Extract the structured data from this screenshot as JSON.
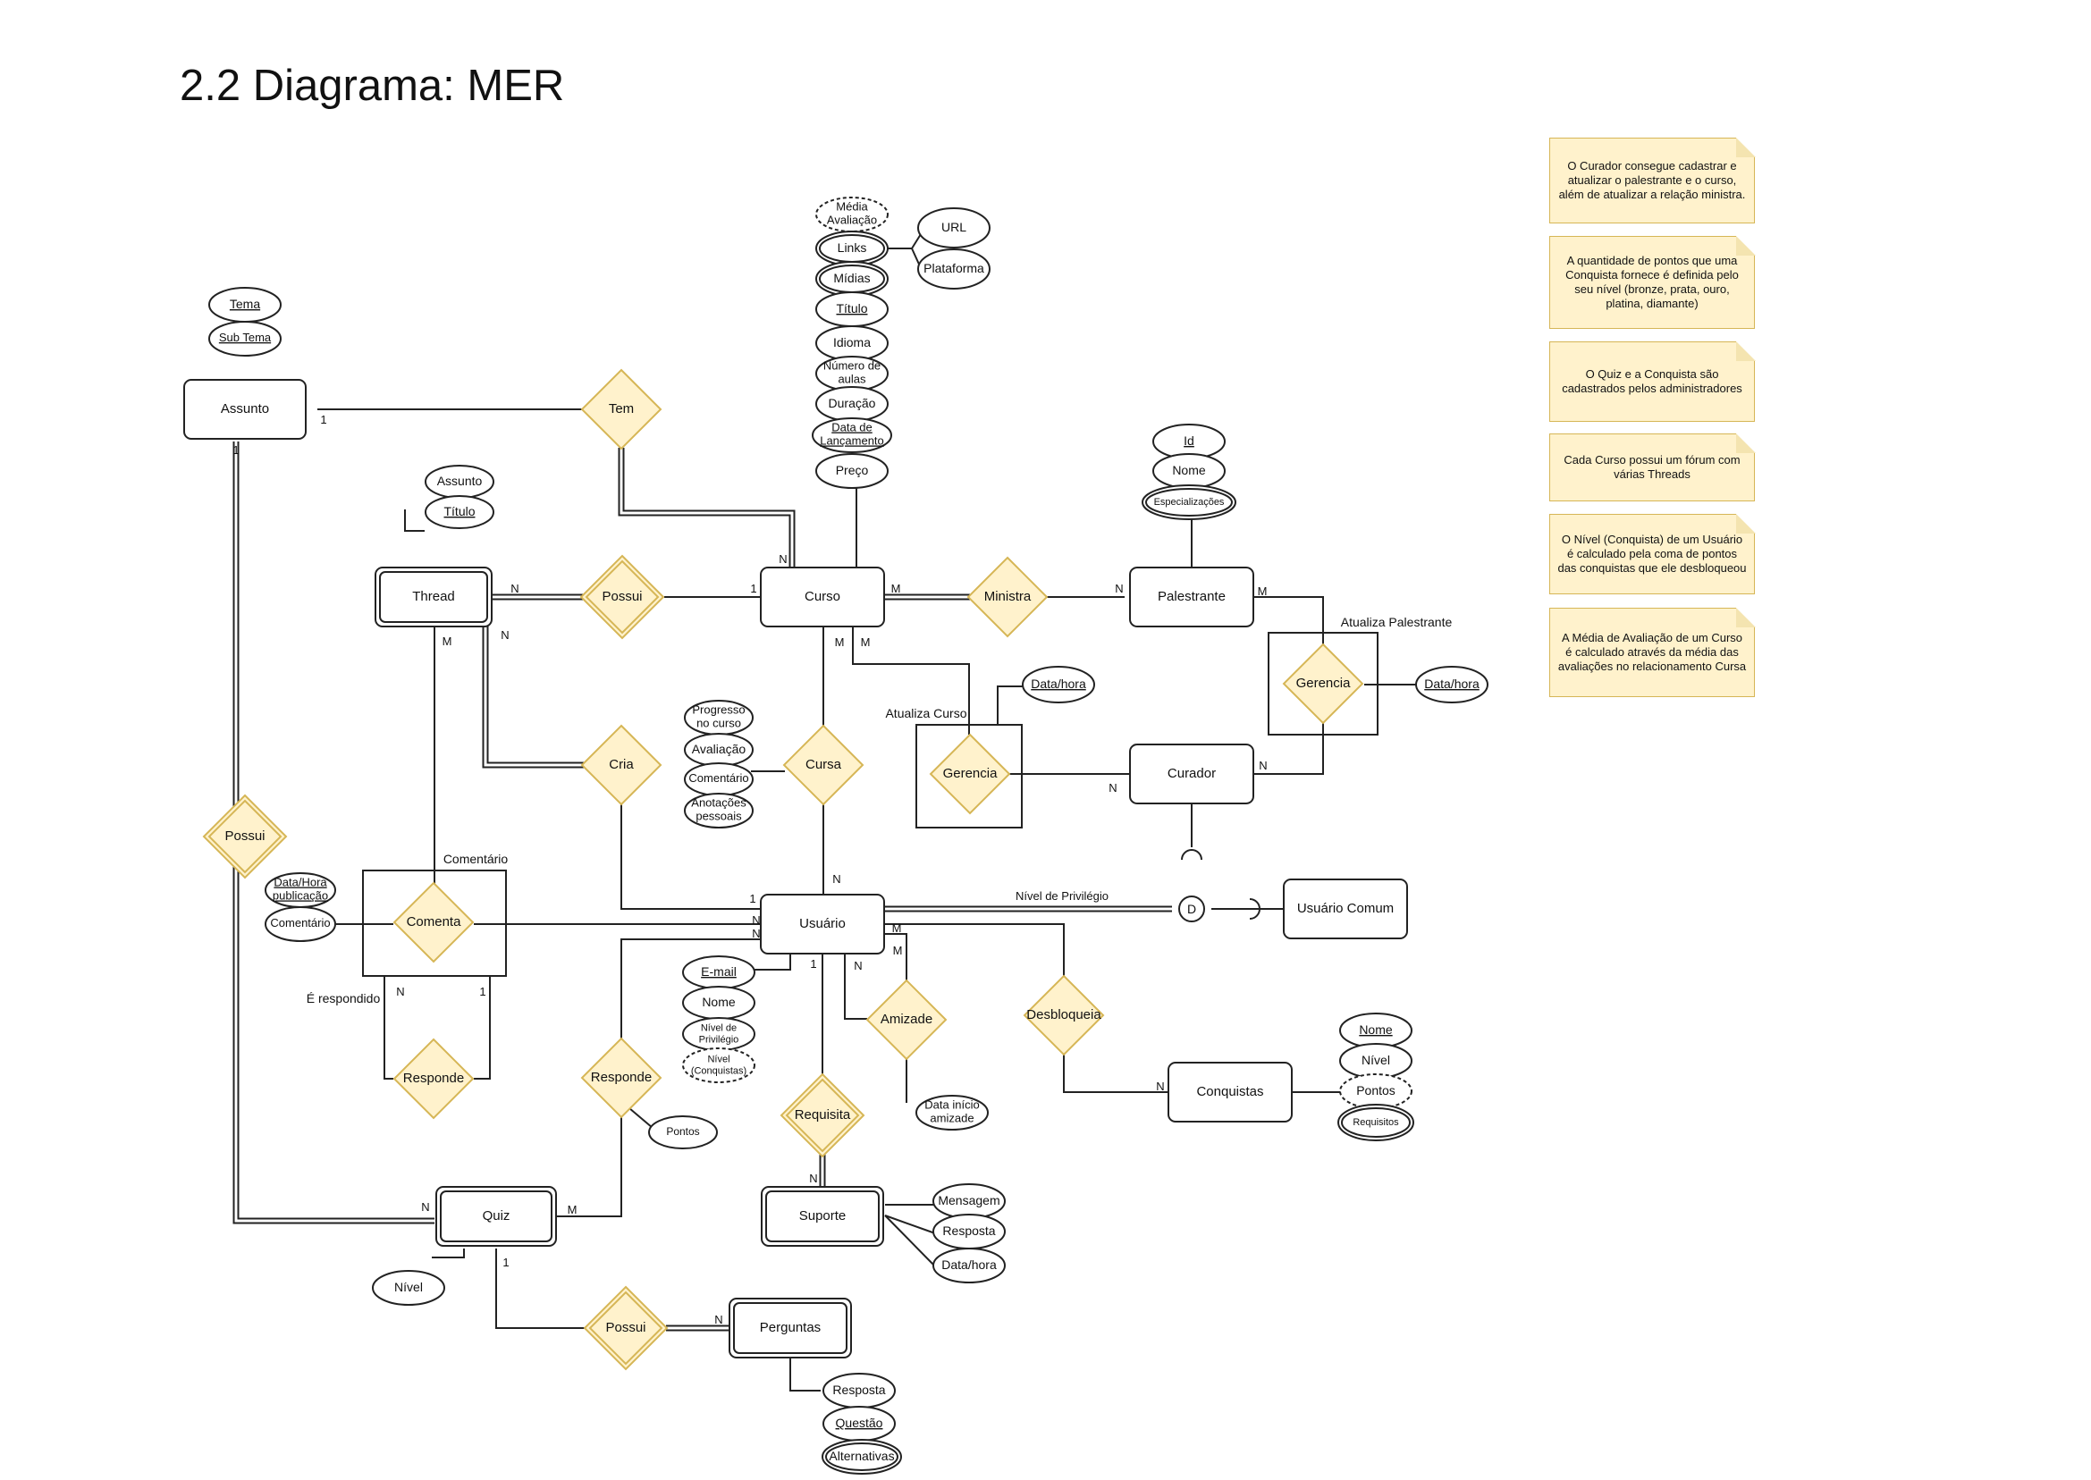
{
  "title": "2.2 Diagrama: MER",
  "colors": {
    "relationship_fill": "#fff2cc",
    "relationship_stroke": "#d6b656",
    "line": "#222222"
  },
  "entities": {
    "assunto": "Assunto",
    "thread": "Thread",
    "curso": "Curso",
    "palestrante": "Palestrante",
    "curador": "Curador",
    "usuario": "Usuário",
    "usuario_comum": "Usuário Comum",
    "conquistas": "Conquistas",
    "quiz": "Quiz",
    "suporte": "Suporte",
    "perguntas": "Perguntas"
  },
  "relationships": {
    "tem": "Tem",
    "possui_thread": "Possui",
    "ministra": "Ministra",
    "gerencia_palestrante": "Gerencia",
    "cria": "Cria",
    "cursa": "Cursa",
    "gerencia_curso": "Gerencia",
    "possui_quiz": "Possui",
    "comenta": "Comenta",
    "responde_comentario": "Responde",
    "responde_quiz": "Responde",
    "requisita": "Requisita",
    "amizade": "Amizade",
    "desbloqueia": "Desbloqueia",
    "possui_perguntas": "Possui"
  },
  "attributes": {
    "assunto": [
      "Tema",
      "Sub Tema"
    ],
    "curso": [
      "Média Avaliação",
      "Links",
      "Mídias",
      "Título",
      "Idioma",
      "Número de aulas",
      "Duração",
      "Data de Lançamento",
      "Preço"
    ],
    "links": [
      "URL",
      "Plataforma"
    ],
    "thread": [
      "Assunto",
      "Título"
    ],
    "palestrante": [
      "Id",
      "Nome",
      "Especializações"
    ],
    "cursa": [
      "Progresso no curso",
      "Avaliação",
      "Comentário",
      "Anotações pessoais"
    ],
    "gerencia": [
      "Data/hora",
      "Data/hora"
    ],
    "comenta": [
      "Data/Hora publicação",
      "Comentário"
    ],
    "usuario": [
      "E-mail",
      "Nome",
      "Nível de Privilégio",
      "Nível (Conquistas)"
    ],
    "responde": [
      "Pontos"
    ],
    "amizade": [
      "Data início amizade"
    ],
    "conquistas": [
      "Nome",
      "Nível",
      "Pontos",
      "Requisitos"
    ],
    "suporte": [
      "Mensagem",
      "Resposta",
      "Data/hora"
    ],
    "quiz": [
      "Nível"
    ],
    "perguntas": [
      "Resposta",
      "Questão",
      "Alternativas"
    ]
  },
  "labels": {
    "atualiza_palestrante": "Atualiza Palestrante",
    "atualiza_curso": "Atualiza Curso",
    "comentario": "Comentário",
    "e_respondido": "É respondido",
    "nivel_privilegio": "Nível de Privilégio",
    "disjoint": "D"
  },
  "cardinalities": {
    "assunto_tem": "1",
    "assunto_possui": "1",
    "curso_tem": "N",
    "thread_possui": "N",
    "curso_possui": "1",
    "curso_ministra": "M",
    "palestrante_ministra": "N",
    "palestrante_gerencia": "M",
    "curador_gerencia_pal": "N",
    "curso_gerencia": "M",
    "curso_cursa": "M",
    "curador_gerencia_curso": "N",
    "thread_cria": "N",
    "thread_comenta": "M",
    "usuario_cria": "1",
    "usuario_cursa": "N",
    "usuario_comenta": "N",
    "usuario_responde_c": "N",
    "resp_n": "N",
    "resp_1": "1",
    "usuario_requisita": "1",
    "suporte_requisita": "N",
    "usuario_amizade_n": "N",
    "usuario_amizade_m": "M",
    "usuario_desbloqueia": "M",
    "conquistas_desbloqueia": "N",
    "quiz_possui_assunto": "N",
    "quiz_responde": "M",
    "quiz_perguntas": "1",
    "perguntas_possui": "N"
  },
  "notes": [
    "O Curador consegue cadastrar e atualizar o palestrante e o curso, além de atualizar a relação ministra.",
    "A quantidade de pontos que uma Conquista fornece é definida pelo seu nível (bronze, prata, ouro, platina, diamante)",
    "O Quiz e a Conquista são cadastrados pelos administradores",
    "Cada Curso possui um fórum com várias Threads",
    "O Nível (Conquista) de um Usuário é calculado pela coma de pontos das conquistas que ele desbloqueou",
    "A Média de Avaliação de um Curso é calculado através da média das avaliações no relacionamento Cursa"
  ]
}
